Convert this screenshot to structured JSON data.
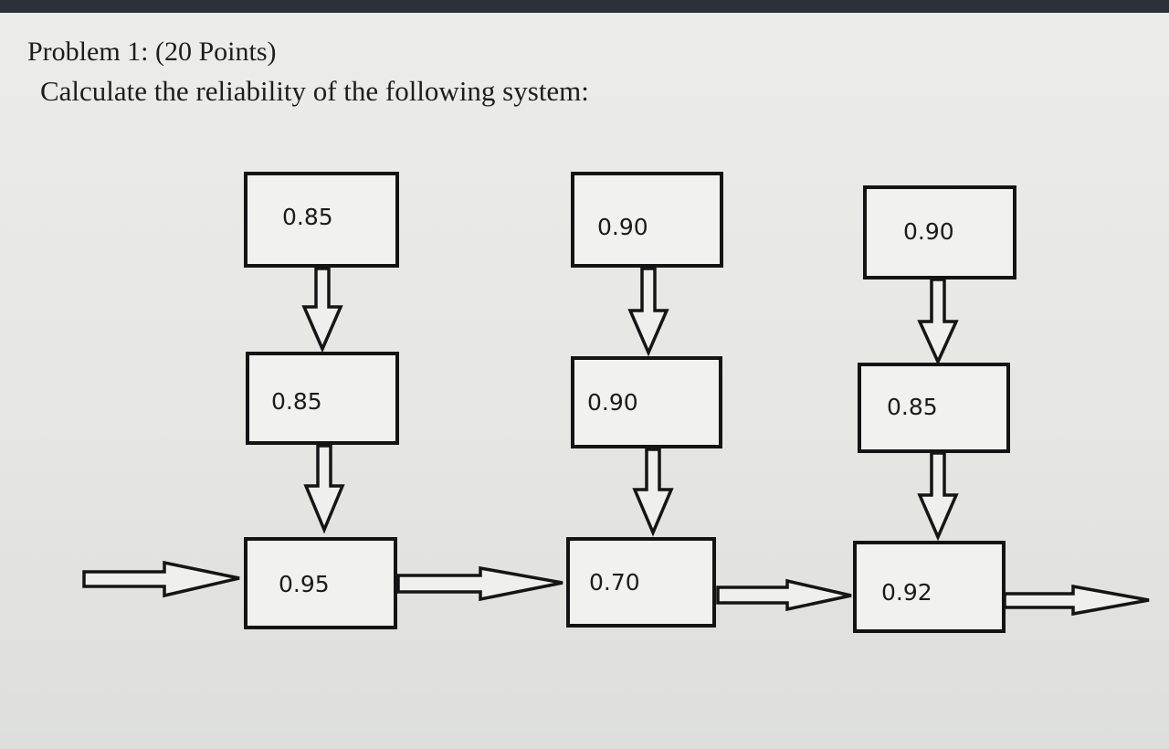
{
  "problem": {
    "title": "Problem 1: (20 Points)",
    "subtitle": "Calculate the reliability of the following system:"
  },
  "diagram": {
    "branches": [
      {
        "top": "0.85",
        "middle": "0.85",
        "bottom": "0.95"
      },
      {
        "top": "0.90",
        "middle": "0.90",
        "bottom": "0.70"
      },
      {
        "top": "0.90",
        "middle": "0.85",
        "bottom": "0.92"
      }
    ]
  },
  "colors": {
    "background": "#e7e7e4",
    "stroke": "#141414",
    "box_fill": "#f1f1ef",
    "bezel": "#2c3139"
  }
}
